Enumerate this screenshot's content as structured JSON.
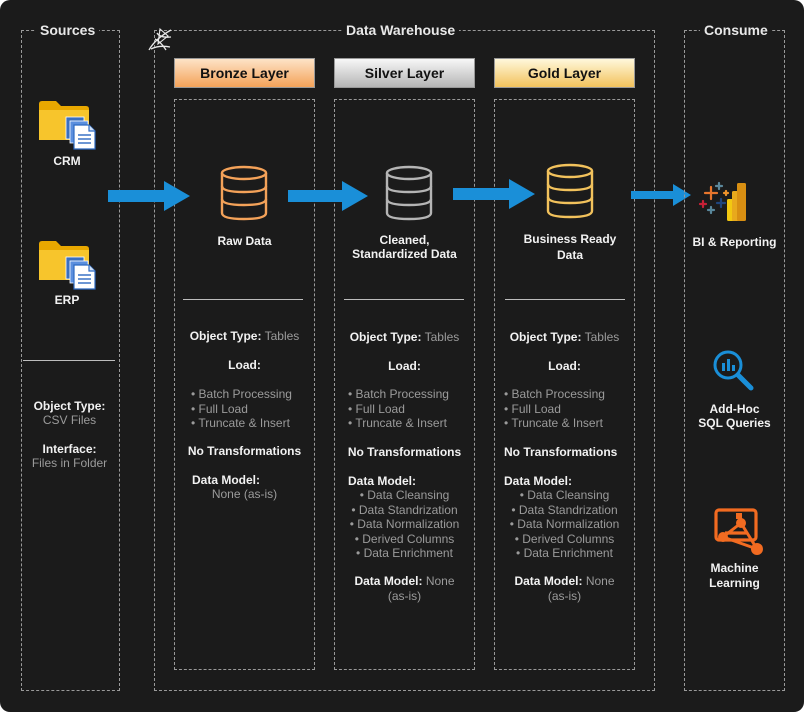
{
  "colors": {
    "background": "#1b1b1b",
    "arrow": "#1a8fd8",
    "bronze": "#f4a259",
    "silver": "#b5b5b5",
    "gold": "#f2c25c"
  },
  "sources": {
    "title": "Sources",
    "items": [
      {
        "label": "CRM",
        "icon": "folder-icon"
      },
      {
        "label": "ERP",
        "icon": "folder-icon"
      }
    ],
    "object_type_label": "Object Type:",
    "object_type_value": "CSV Files",
    "interface_label": "Interface:",
    "interface_value": "Files in Folder"
  },
  "warehouse": {
    "title": "Data Warehouse",
    "logo_icon": "sql-server-icon",
    "layers": [
      {
        "header": "Bronze Layer",
        "db_label_1": "Raw Data",
        "db_label_2": "",
        "object_type_label": "Object Type:",
        "object_type_value": "Tables",
        "load_label": "Load:",
        "load_items": [
          "• Batch Processing",
          "• Full Load",
          "• Truncate & Insert"
        ],
        "transform_label": "No Transformations",
        "data_model_label": "Data Model:",
        "data_model_value": "None (as-is)",
        "model_items": [],
        "data_model2_label": "",
        "data_model2_value": "",
        "data_model2_value2": ""
      },
      {
        "header": "Silver Layer",
        "db_label_1": "Cleaned,",
        "db_label_2": "Standardized Data",
        "object_type_label": "Object Type:",
        "object_type_value": "Tables",
        "load_label": "Load:",
        "load_items": [
          "• Batch Processing",
          "• Full Load",
          "• Truncate & Insert"
        ],
        "transform_label": "No Transformations",
        "data_model_label": "Data Model:",
        "data_model_value": "",
        "model_items": [
          "• Data Cleansing",
          "• Data Standrization",
          "• Data Normalization",
          "• Derived Columns",
          "• Data Enrichment"
        ],
        "data_model2_label": "Data Model:",
        "data_model2_value": "None",
        "data_model2_value2": "(as-is)"
      },
      {
        "header": "Gold Layer",
        "db_label_1": "Business Ready",
        "db_label_2": "Data",
        "object_type_label": "Object Type:",
        "object_type_value": "Tables",
        "load_label": "Load:",
        "load_items": [
          "• Batch Processing",
          "• Full Load",
          "• Truncate & Insert"
        ],
        "transform_label": "No Transformations",
        "data_model_label": "Data Model:",
        "data_model_value": "",
        "model_items": [
          "• Data Cleansing",
          "• Data Standrization",
          "• Data Normalization",
          "• Derived Columns",
          "• Data Enrichment"
        ],
        "data_model2_label": "Data Model:",
        "data_model2_value": "None",
        "data_model2_value2": "(as-is)"
      }
    ]
  },
  "consume": {
    "title": "Consume",
    "items": [
      {
        "label_1": "BI & Reporting",
        "label_2": "",
        "icon": "bi-tools-icon"
      },
      {
        "label_1": "Add-Hoc",
        "label_2": "SQL Queries",
        "icon": "query-search-icon"
      },
      {
        "label_1": "Machine",
        "label_2": "Learning",
        "icon": "machine-learning-icon"
      }
    ]
  }
}
